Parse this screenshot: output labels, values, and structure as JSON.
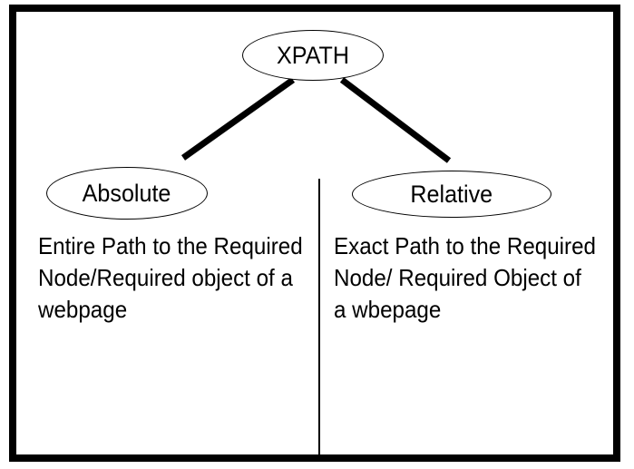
{
  "diagram": {
    "root": {
      "label": "XPATH"
    },
    "branches": [
      {
        "label": "Absolute",
        "description_lines": [
          "Entire Path to the Required",
          "Node/Required object of a",
          "webpage"
        ]
      },
      {
        "label": "Relative",
        "description_lines": [
          "Exact Path to the Required",
          "Node/ Required Object of",
          "a wbepage"
        ]
      }
    ],
    "colors": {
      "ink": "#000000",
      "background": "#ffffff"
    }
  }
}
